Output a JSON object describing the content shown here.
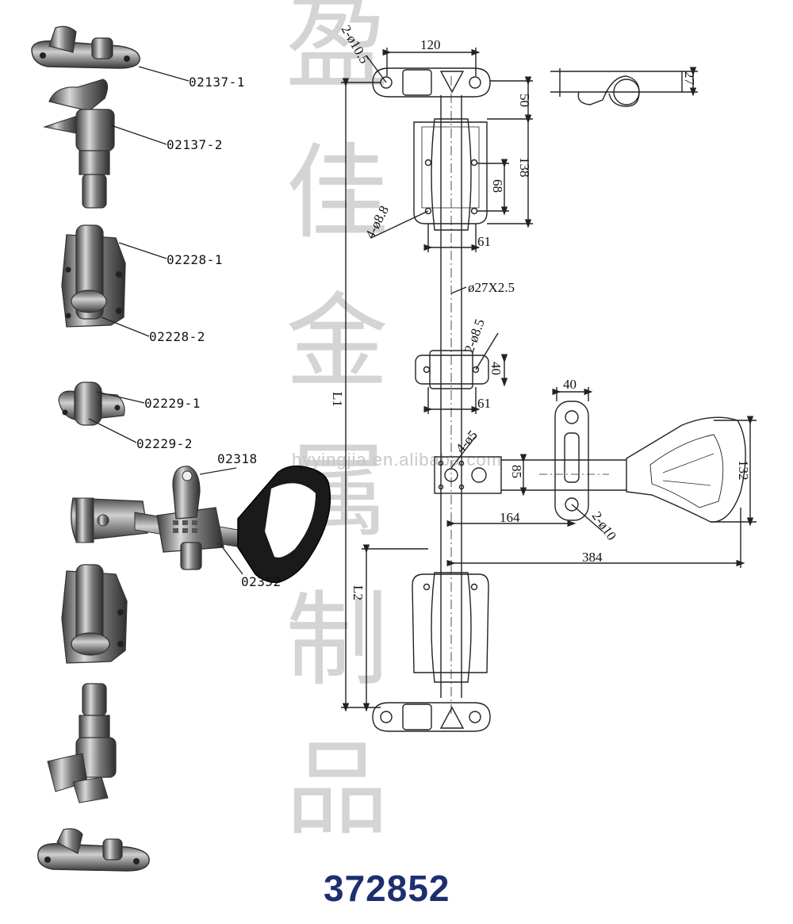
{
  "watermark": {
    "chars": [
      "盈",
      "佳",
      "金",
      "属",
      "制",
      "品"
    ],
    "url": "hyyingjia.en.alibaba.com"
  },
  "model_number": "372852",
  "parts": [
    {
      "code": "02137-1"
    },
    {
      "code": "02137-2"
    },
    {
      "code": "02228-1"
    },
    {
      "code": "02228-2"
    },
    {
      "code": "02229-1"
    },
    {
      "code": "02229-2"
    },
    {
      "code": "02318"
    },
    {
      "code": "02352"
    }
  ],
  "dimensions": {
    "top_width": "120",
    "top_holes": "2-ø10.5",
    "top_height": "50",
    "guide_height": "138",
    "guide_inner": "68",
    "guide_holes": "4-ø8.8",
    "guide_width": "61",
    "rod": "ø27X2.5",
    "mid_holes": "2-ø8.5",
    "mid_height": "40",
    "mid_width": "61",
    "total_length": "L1",
    "lower_length": "L2",
    "hub_holes": "4-ø5",
    "hub_height": "85",
    "handle_offset": "164",
    "handle_length": "384",
    "handle_width": "132",
    "clip_width": "40",
    "clip_holes": "2-ø10",
    "side_view_height": "27"
  },
  "colors": {
    "line": "#222222",
    "photo_metal": "#6f6f6f",
    "handle_grip": "#1a1a1a",
    "watermark": "#d4d4d4",
    "model": "#1d2f6f"
  }
}
